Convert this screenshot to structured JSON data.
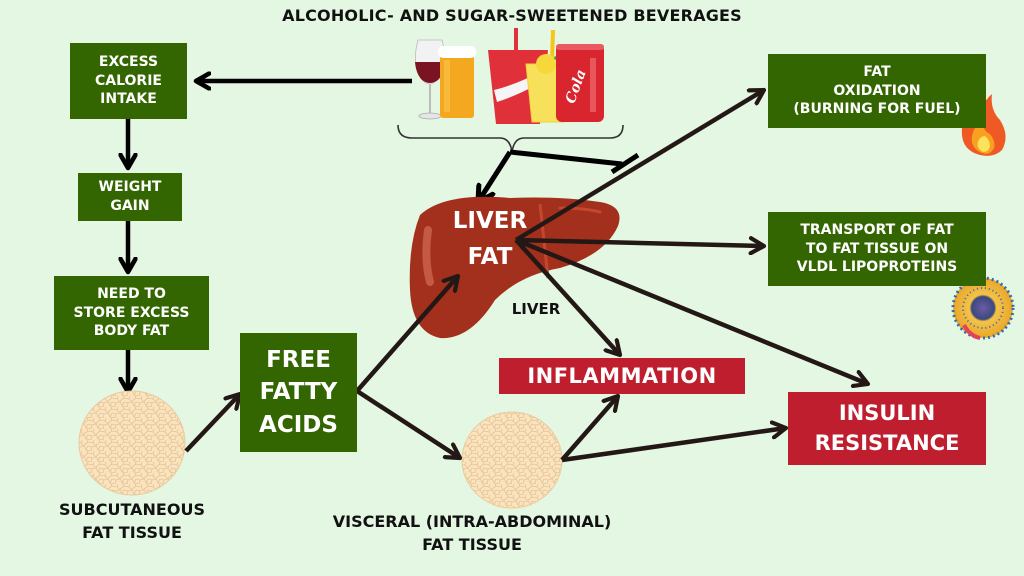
{
  "title": "ALCOHOLIC- AND SUGAR-SWEETENED BEVERAGES",
  "nodes": {
    "excess_calorie": "EXCESS CALORIE INTAKE",
    "excess_calorie_lines": [
      "EXCESS",
      "CALORIE",
      "INTAKE"
    ],
    "weight_gain_lines": [
      "WEIGHT",
      "GAIN"
    ],
    "store_fat_lines": [
      "NEED TO",
      "STORE EXCESS",
      "BODY FAT"
    ],
    "subcutaneous_lines": [
      "SUBCUTANEOUS",
      "FAT TISSUE"
    ],
    "ffa_lines": [
      "FREE",
      "FATTY",
      "ACIDS"
    ],
    "liver_fat_lines": [
      "LIVER",
      "FAT"
    ],
    "liver_label": "LIVER",
    "visceral_lines": [
      "VISCERAL (INTRA-ABDOMINAL)",
      "FAT TISSUE"
    ],
    "inflammation": "INFLAMMATION",
    "insulin_lines": [
      "INSULIN",
      "RESISTANCE"
    ],
    "fat_oxidation_lines": [
      "FAT",
      "OXIDATION",
      "(BURNING FOR FUEL)"
    ],
    "transport_lines": [
      "TRANSPORT OF FAT",
      "TO FAT TISSUE ON",
      "VLDL LIPOPROTEINS"
    ]
  },
  "icons": {
    "beverages": [
      "wine-glass",
      "beer-glass",
      "soda-cup",
      "lemonade-cup",
      "cola-can"
    ],
    "flame": "flame-icon",
    "lipoprotein": "vldl-particle-icon",
    "cola_can_text": "Cola"
  },
  "colors": {
    "background": "#e3f7e3",
    "green_box": "#336600",
    "red_box": "#be1e2d",
    "liver": "#a2301c",
    "fat_tissue": "#fbe3bd",
    "arrow": "#231815"
  }
}
